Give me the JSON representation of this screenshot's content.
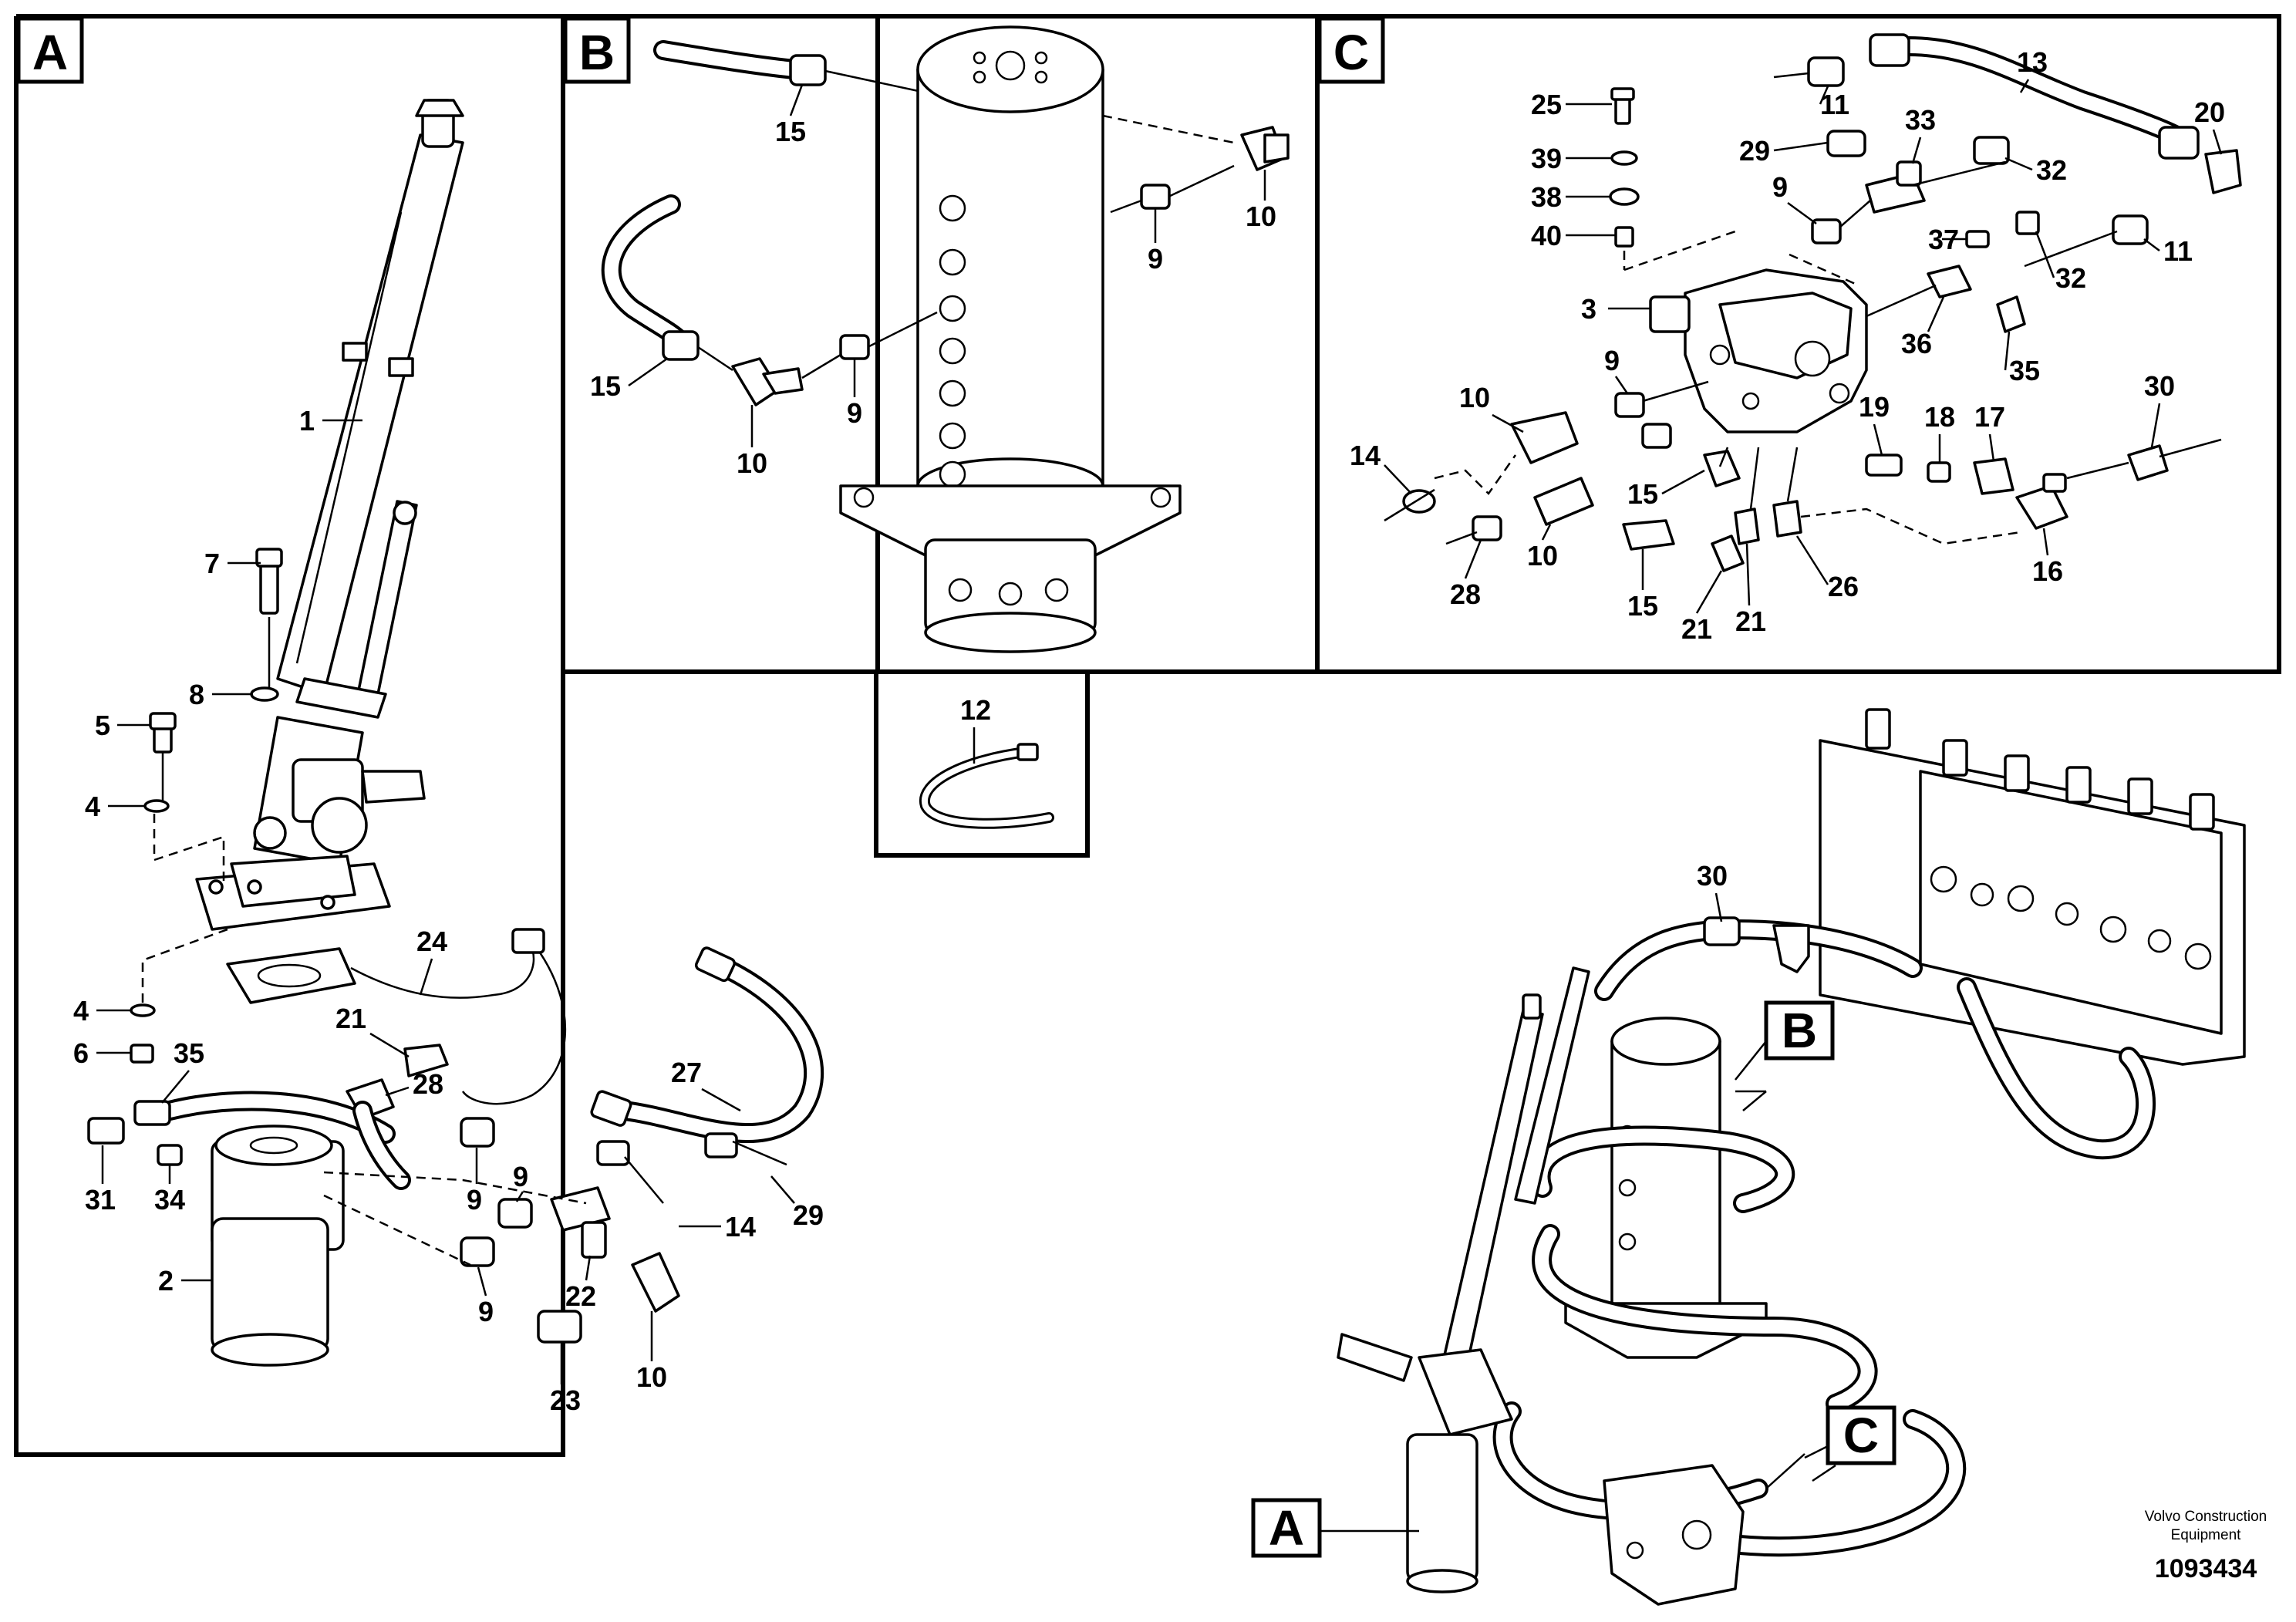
{
  "sections": [
    {
      "id": "A",
      "label": "A"
    },
    {
      "id": "B",
      "label": "B"
    },
    {
      "id": "C",
      "label": "C"
    }
  ],
  "overview_markers": {
    "a": "A",
    "b": "B",
    "c": "C"
  },
  "callouts": {
    "a": {
      "n1": "1",
      "n7": "7",
      "n8": "8",
      "n5": "5",
      "n4a": "4",
      "n4b": "4",
      "n6": "6",
      "n24": "24",
      "n21": "21",
      "n35": "35",
      "n28": "28",
      "n27": "27",
      "n31": "31",
      "n34": "34",
      "n9a": "9",
      "n9b": "9",
      "n9c": "9",
      "n14": "14",
      "n29": "29",
      "n22": "22",
      "n2": "2",
      "n10": "10",
      "n23": "23"
    },
    "b": {
      "n15a": "15",
      "n10a": "10",
      "n9a": "9",
      "n15b": "15",
      "n10b": "10",
      "n9b": "9"
    },
    "c": {
      "n25": "25",
      "n11a": "11",
      "n13": "13",
      "n20": "20",
      "n39": "39",
      "n29": "29",
      "n33": "33",
      "n32a": "32",
      "n38": "38",
      "n9a": "9",
      "n37": "37",
      "n11b": "11",
      "n40": "40",
      "n32b": "32",
      "n3": "3",
      "n36": "36",
      "n35": "35",
      "n9b": "9",
      "n10a": "10",
      "n19": "19",
      "n18": "18",
      "n17": "17",
      "n30": "30",
      "n14": "14",
      "n15a": "15",
      "n16": "16",
      "n10b": "10",
      "n28": "28",
      "n15b": "15",
      "n21a": "21",
      "n21b": "21",
      "n26": "26"
    },
    "tie": {
      "n12": "12"
    },
    "overview": {
      "n30": "30"
    }
  },
  "footer": {
    "brand_line1": "Volvo Construction",
    "brand_line2": "Equipment",
    "doc_number": "1093434"
  }
}
